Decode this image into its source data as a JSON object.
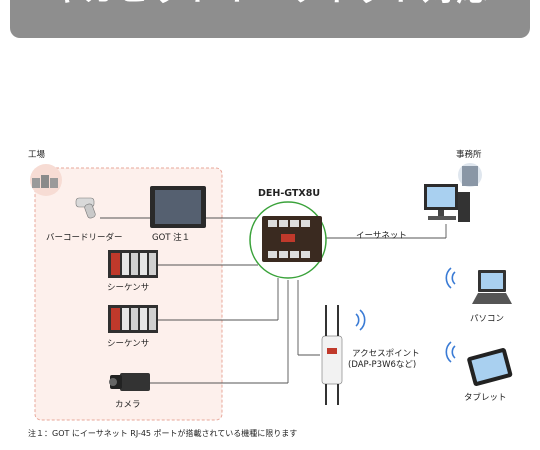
{
  "banner": {
    "title": "ギガビットイーサネット対応"
  },
  "factory": {
    "label": "工場"
  },
  "office": {
    "label": "事務所"
  },
  "hub": {
    "label": "DEH-GTX8U"
  },
  "devices": {
    "barcode_reader": "バーコードリーダー",
    "got": "GOT 注１",
    "sequencer1": "シーケンサ",
    "sequencer2": "シーケンサ",
    "camera": "カメラ",
    "ethernet": "イーサネット",
    "access_point_line1": "アクセスポイント",
    "access_point_line2": "(DAP-P3W6など)",
    "pc": "パソコン",
    "tablet": "タブレット"
  },
  "footnote": "注１：GOT にイーサネット RJ-45 ポートが搭載されている機種に限ります",
  "colors": {
    "banner": "#8e8e8e",
    "factory_border": "#e8a79a",
    "factory_fill": "#fdf0ec",
    "hub_border": "#3aa23a"
  }
}
